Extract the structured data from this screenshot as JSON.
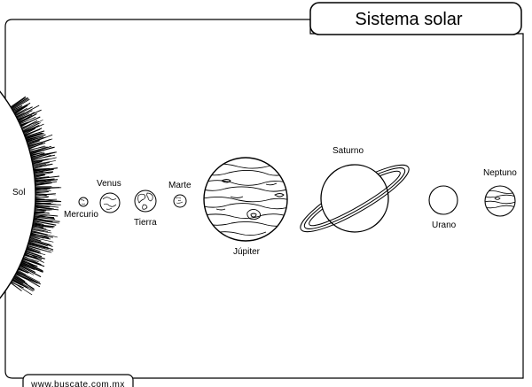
{
  "title": "Sistema solar",
  "footer_url": "www.buscate.com.mx",
  "bodies": [
    {
      "id": "sol",
      "label": "Sol"
    },
    {
      "id": "mercurio",
      "label": "Mercurio"
    },
    {
      "id": "venus",
      "label": "Venus"
    },
    {
      "id": "tierra",
      "label": "Tierra"
    },
    {
      "id": "marte",
      "label": "Marte"
    },
    {
      "id": "jupiter",
      "label": "Júpiter"
    },
    {
      "id": "saturno",
      "label": "Saturno"
    },
    {
      "id": "urano",
      "label": "Urano"
    },
    {
      "id": "neptuno",
      "label": "Neptuno"
    }
  ]
}
